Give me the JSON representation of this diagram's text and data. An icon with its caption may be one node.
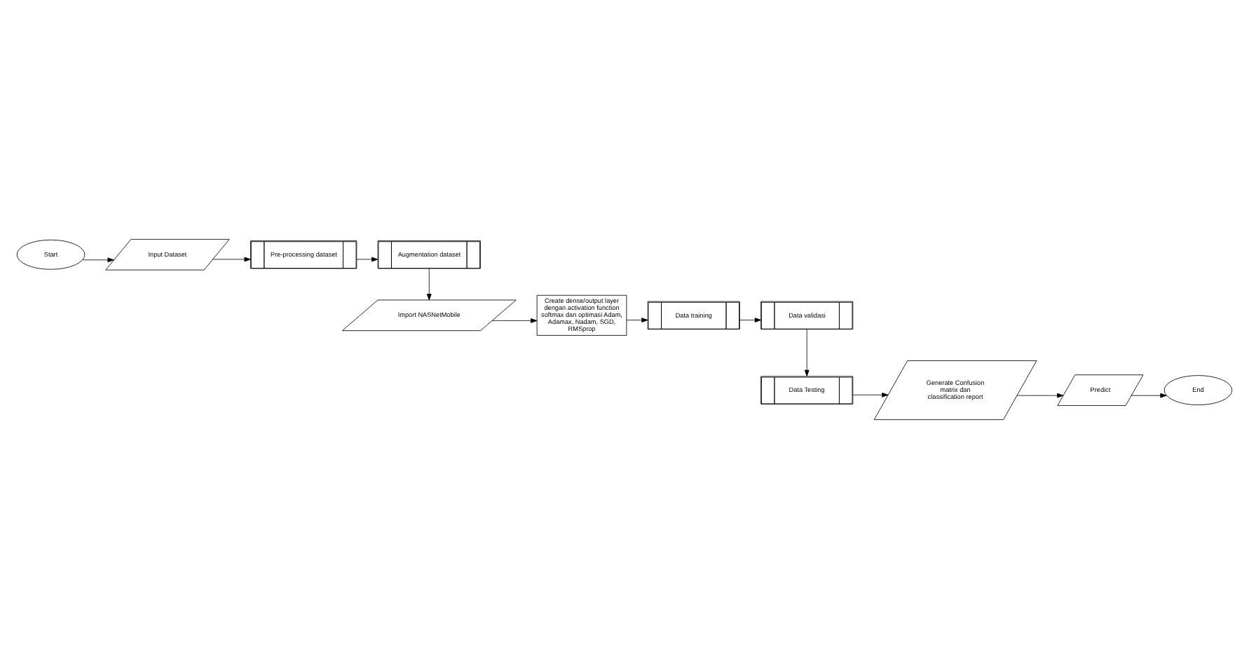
{
  "diagram": {
    "nodes": [
      {
        "text": [
          "Start"
        ]
      },
      {
        "text": [
          "Input Dataset"
        ]
      },
      {
        "text": [
          "Pre-processing dataset"
        ]
      },
      {
        "text": [
          "Augmentation dataset"
        ]
      },
      {
        "text": [
          "Import NASNetMobile"
        ]
      },
      {
        "text": [
          "Create dense/output layer dengan activation function softmax dan optimasi Adam, Adamax, Nadam, SGD, RMSprop"
        ]
      },
      {
        "text": [
          "Data training"
        ]
      },
      {
        "text": [
          "Data validasi"
        ]
      },
      {
        "text": [
          "Data Testing"
        ]
      },
      {
        "text": [
          "Generate Confusion matrix dan classification report"
        ]
      },
      {
        "text": [
          "Predict"
        ]
      },
      {
        "text": [
          "End"
        ]
      }
    ],
    "edges": [
      {
        "from": 0,
        "to": 1,
        "arrow": "to"
      },
      {
        "from": 1,
        "to": 2,
        "arrow": "to"
      },
      {
        "from": 2,
        "to": 3,
        "arrow": "to"
      },
      {
        "from": 3,
        "to": 4,
        "arrow": "to"
      },
      {
        "from": 4,
        "to": 5,
        "arrow": "to"
      },
      {
        "from": 5,
        "to": 6,
        "arrow": "to"
      },
      {
        "from": 6,
        "to": 7,
        "arrow": "to"
      },
      {
        "from": 7,
        "to": 8,
        "arrow": "to"
      },
      {
        "from": 8,
        "to": 9,
        "arrow": "to"
      },
      {
        "from": 9,
        "to": 10,
        "arrow": "to"
      },
      {
        "from": 10,
        "to": 11,
        "arrow": "to"
      }
    ]
  }
}
